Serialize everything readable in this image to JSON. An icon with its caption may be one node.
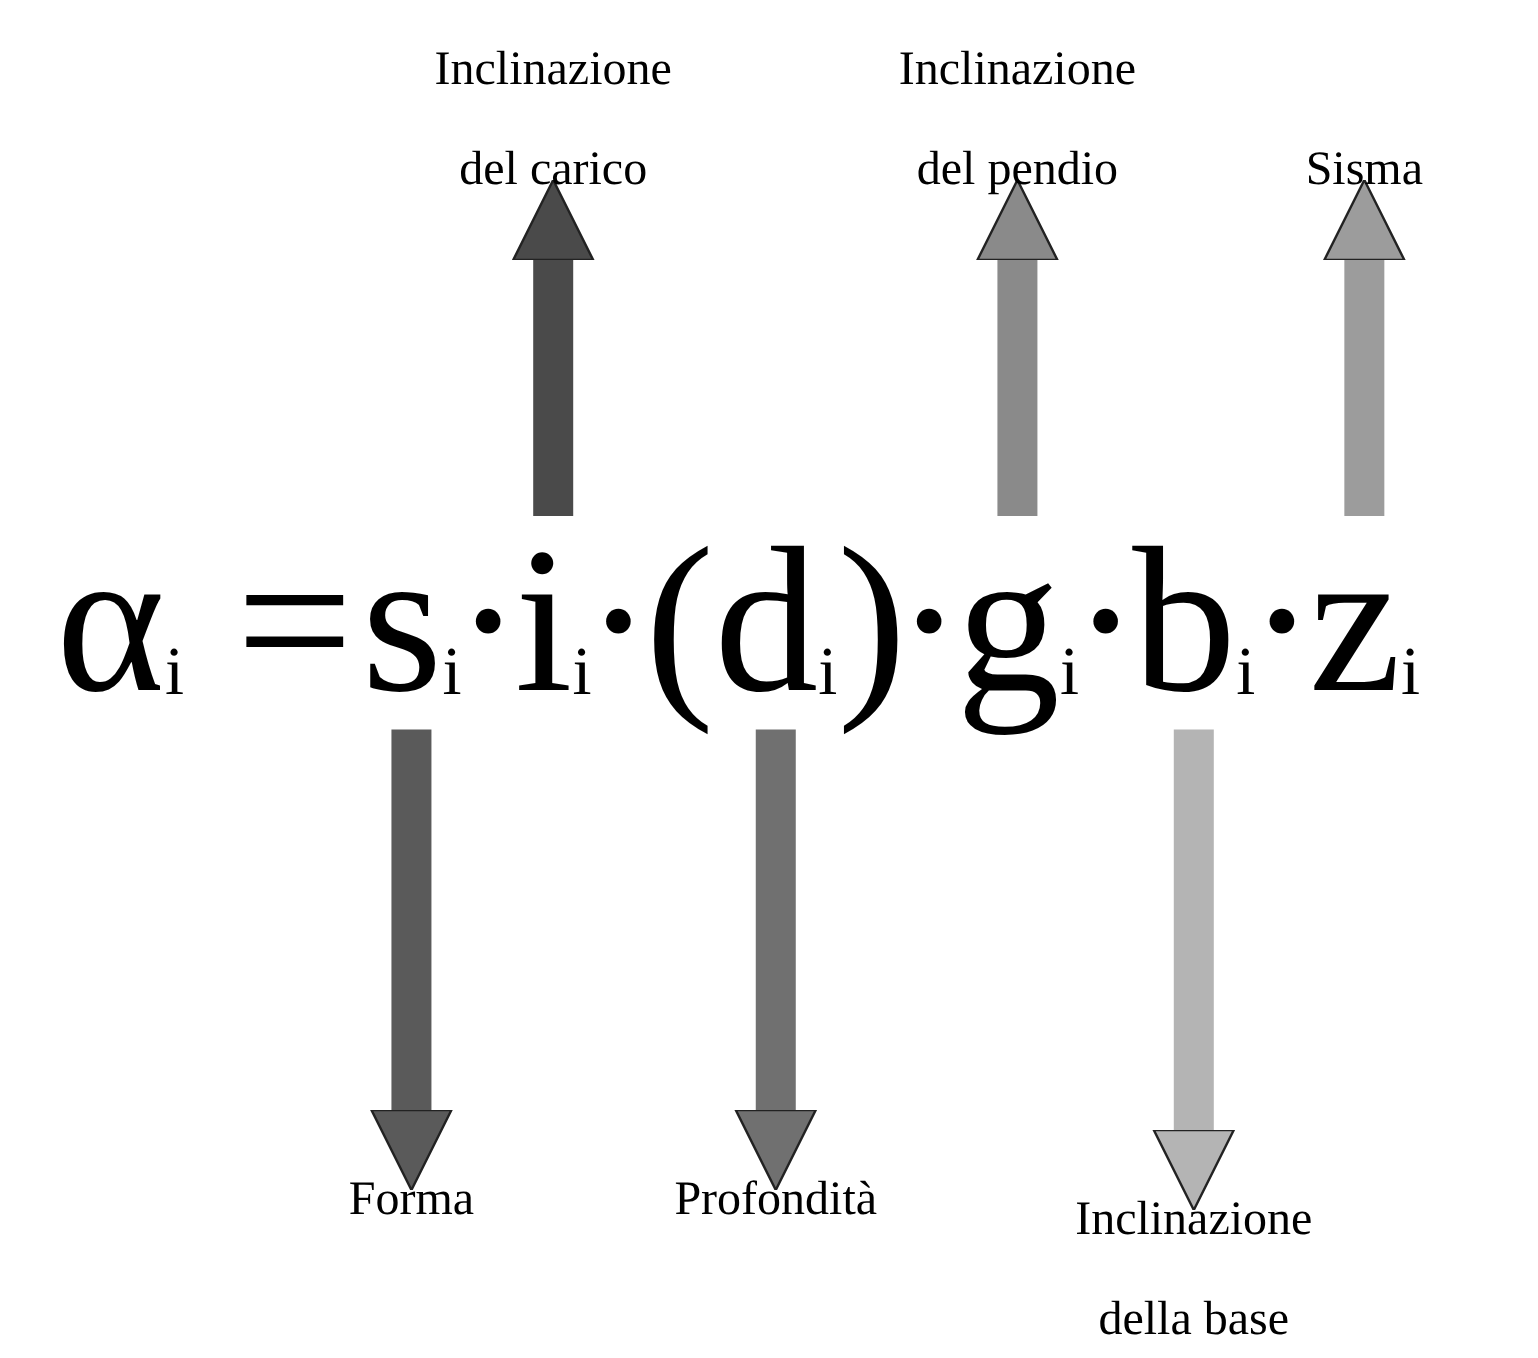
{
  "diagram": {
    "nodes": [
      {
        "text": [
          "Inclinazione del carico"
        ]
      },
      {
        "text": [
          "Inclinazione del pendio"
        ]
      },
      {
        "text": [
          "Sisma"
        ]
      },
      {
        "text": [
          "s$_{i}$"
        ]
      },
      {
        "text": [
          "i$_{i}$"
        ]
      },
      {
        "text": [
          "(d$_{i}$)"
        ]
      },
      {
        "text": [
          "g$_{i}$"
        ]
      },
      {
        "text": [
          "b$_{i}$"
        ]
      },
      {
        "text": [
          "z$_{i}$"
        ]
      },
      {
        "text": [
          "Forma"
        ]
      },
      {
        "text": [
          "Profondità"
        ]
      },
      {
        "text": [
          "Inclinazione della base"
        ]
      }
    ],
    "edges": [
      {
        "from": 4,
        "to": 0,
        "arrow": "to",
        "color": "#4a4a4a"
      },
      {
        "from": 6,
        "to": 1,
        "arrow": "to",
        "color": "#8a8a8a"
      },
      {
        "from": 8,
        "to": 2,
        "arrow": "to",
        "color": "#9c9c9c"
      },
      {
        "from": 3,
        "to": 9,
        "arrow": "to",
        "color": "#5a5a5a"
      },
      {
        "from": 5,
        "to": 10,
        "arrow": "to",
        "color": "#707070"
      },
      {
        "from": 7,
        "to": 11,
        "arrow": "to",
        "color": "#b4b4b4"
      }
    ],
    "labels": [
      "α$_{i}$ =",
      "·",
      "·",
      "·",
      "·",
      "·"
    ]
  }
}
